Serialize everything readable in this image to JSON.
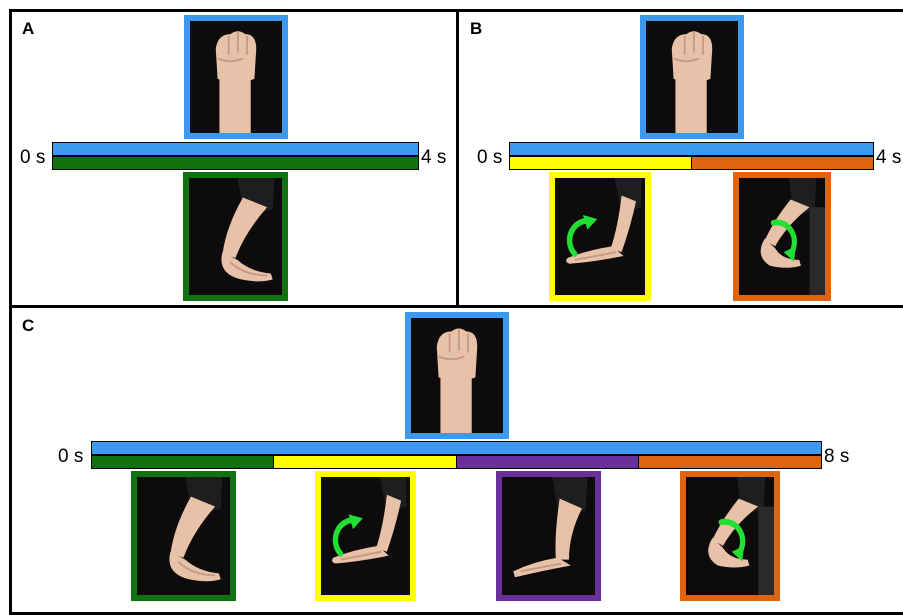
{
  "colors": {
    "blue": "#3b99f0",
    "green": "#11720f",
    "yellow": "#ffff00",
    "purple": "#6a2f9a",
    "orange": "#e0640f"
  },
  "panels": {
    "a": {
      "label": "A",
      "timeline": {
        "start": "0 s",
        "end": "4 s",
        "duration_s": 4
      },
      "top_image": {
        "pose": "fist-icon",
        "border": "blue"
      },
      "segments": [
        {
          "color": "green",
          "from_s": 0,
          "to_s": 4
        }
      ],
      "bottom_images": [
        {
          "pose": "wrist-flexion-icon",
          "border": "green",
          "arrow": "none"
        }
      ]
    },
    "b": {
      "label": "B",
      "timeline": {
        "start": "0 s",
        "end": "4 s",
        "duration_s": 4
      },
      "top_image": {
        "pose": "fist-icon",
        "border": "blue"
      },
      "segments": [
        {
          "color": "yellow",
          "from_s": 0,
          "to_s": 2
        },
        {
          "color": "orange",
          "from_s": 2,
          "to_s": 4
        }
      ],
      "bottom_images": [
        {
          "pose": "wrist-supination-icon",
          "border": "yellow",
          "arrow": "clockwise"
        },
        {
          "pose": "wrist-pronation-icon",
          "border": "orange",
          "arrow": "counterclockwise"
        }
      ]
    },
    "c": {
      "label": "C",
      "timeline": {
        "start": "0 s",
        "end": "8 s",
        "duration_s": 8
      },
      "top_image": {
        "pose": "fist-icon",
        "border": "blue"
      },
      "segments": [
        {
          "color": "green",
          "from_s": 0,
          "to_s": 2
        },
        {
          "color": "yellow",
          "from_s": 2,
          "to_s": 4
        },
        {
          "color": "purple",
          "from_s": 4,
          "to_s": 6
        },
        {
          "color": "orange",
          "from_s": 6,
          "to_s": 8
        }
      ],
      "bottom_images": [
        {
          "pose": "wrist-flexion-icon",
          "border": "green",
          "arrow": "none"
        },
        {
          "pose": "wrist-supination-icon",
          "border": "yellow",
          "arrow": "clockwise"
        },
        {
          "pose": "wrist-extension-icon",
          "border": "purple",
          "arrow": "none"
        },
        {
          "pose": "wrist-pronation-icon",
          "border": "orange",
          "arrow": "counterclockwise"
        }
      ]
    }
  }
}
